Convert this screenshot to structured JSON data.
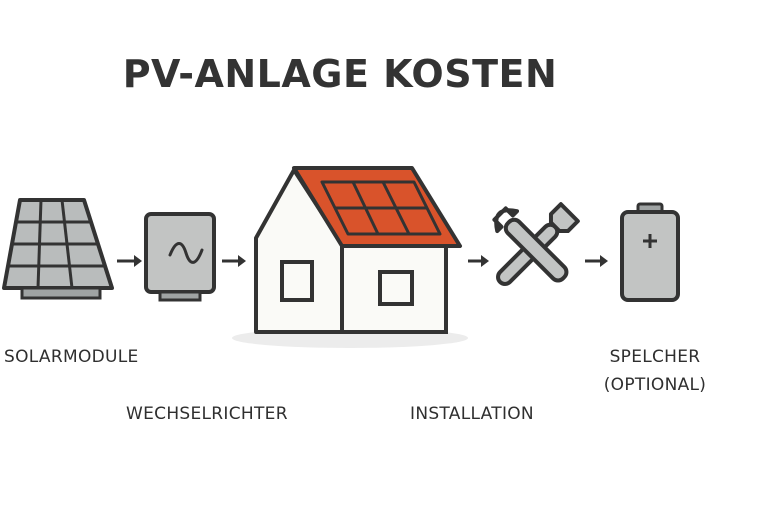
{
  "title": "PV-ANLAGE KOSTEN",
  "steps": [
    {
      "label": "SOLARMODULE",
      "icon": "solar-panel-icon"
    },
    {
      "label": "WECHSELRICHTER",
      "icon": "inverter-icon"
    },
    {
      "label": "",
      "icon": "house-with-solar-roof-icon"
    },
    {
      "label": "INSTALLATION",
      "icon": "wrench-screwdriver-icon"
    },
    {
      "label_line1": "SPELCHER",
      "label_line2": "(OPTIONAL)",
      "icon": "battery-icon"
    }
  ],
  "colors": {
    "outline": "#333333",
    "panel_fill": "#b9bcbc",
    "roof_fill": "#d9532b",
    "house_fill": "#fafaf7",
    "icon_gray": "#c2c4c3",
    "ground_shadow": "#ececec"
  }
}
